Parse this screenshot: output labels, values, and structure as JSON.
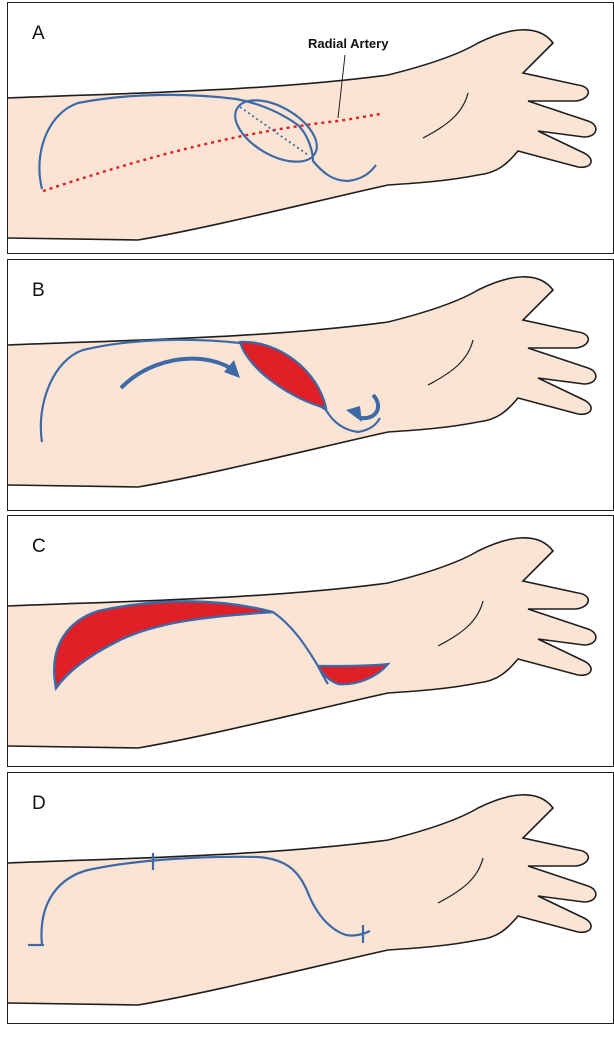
{
  "panels": [
    {
      "id": "A",
      "label": "A"
    },
    {
      "id": "B",
      "label": "B"
    },
    {
      "id": "C",
      "label": "C"
    },
    {
      "id": "D",
      "label": "D"
    }
  ],
  "annotations": {
    "radial_artery": "Radial Artery"
  },
  "colors": {
    "skin": "#fbe4d3",
    "outline": "#1e1e1e",
    "incision": "#3c69a8",
    "flap_fill": "#e01f26",
    "artery": "#e01f26"
  }
}
